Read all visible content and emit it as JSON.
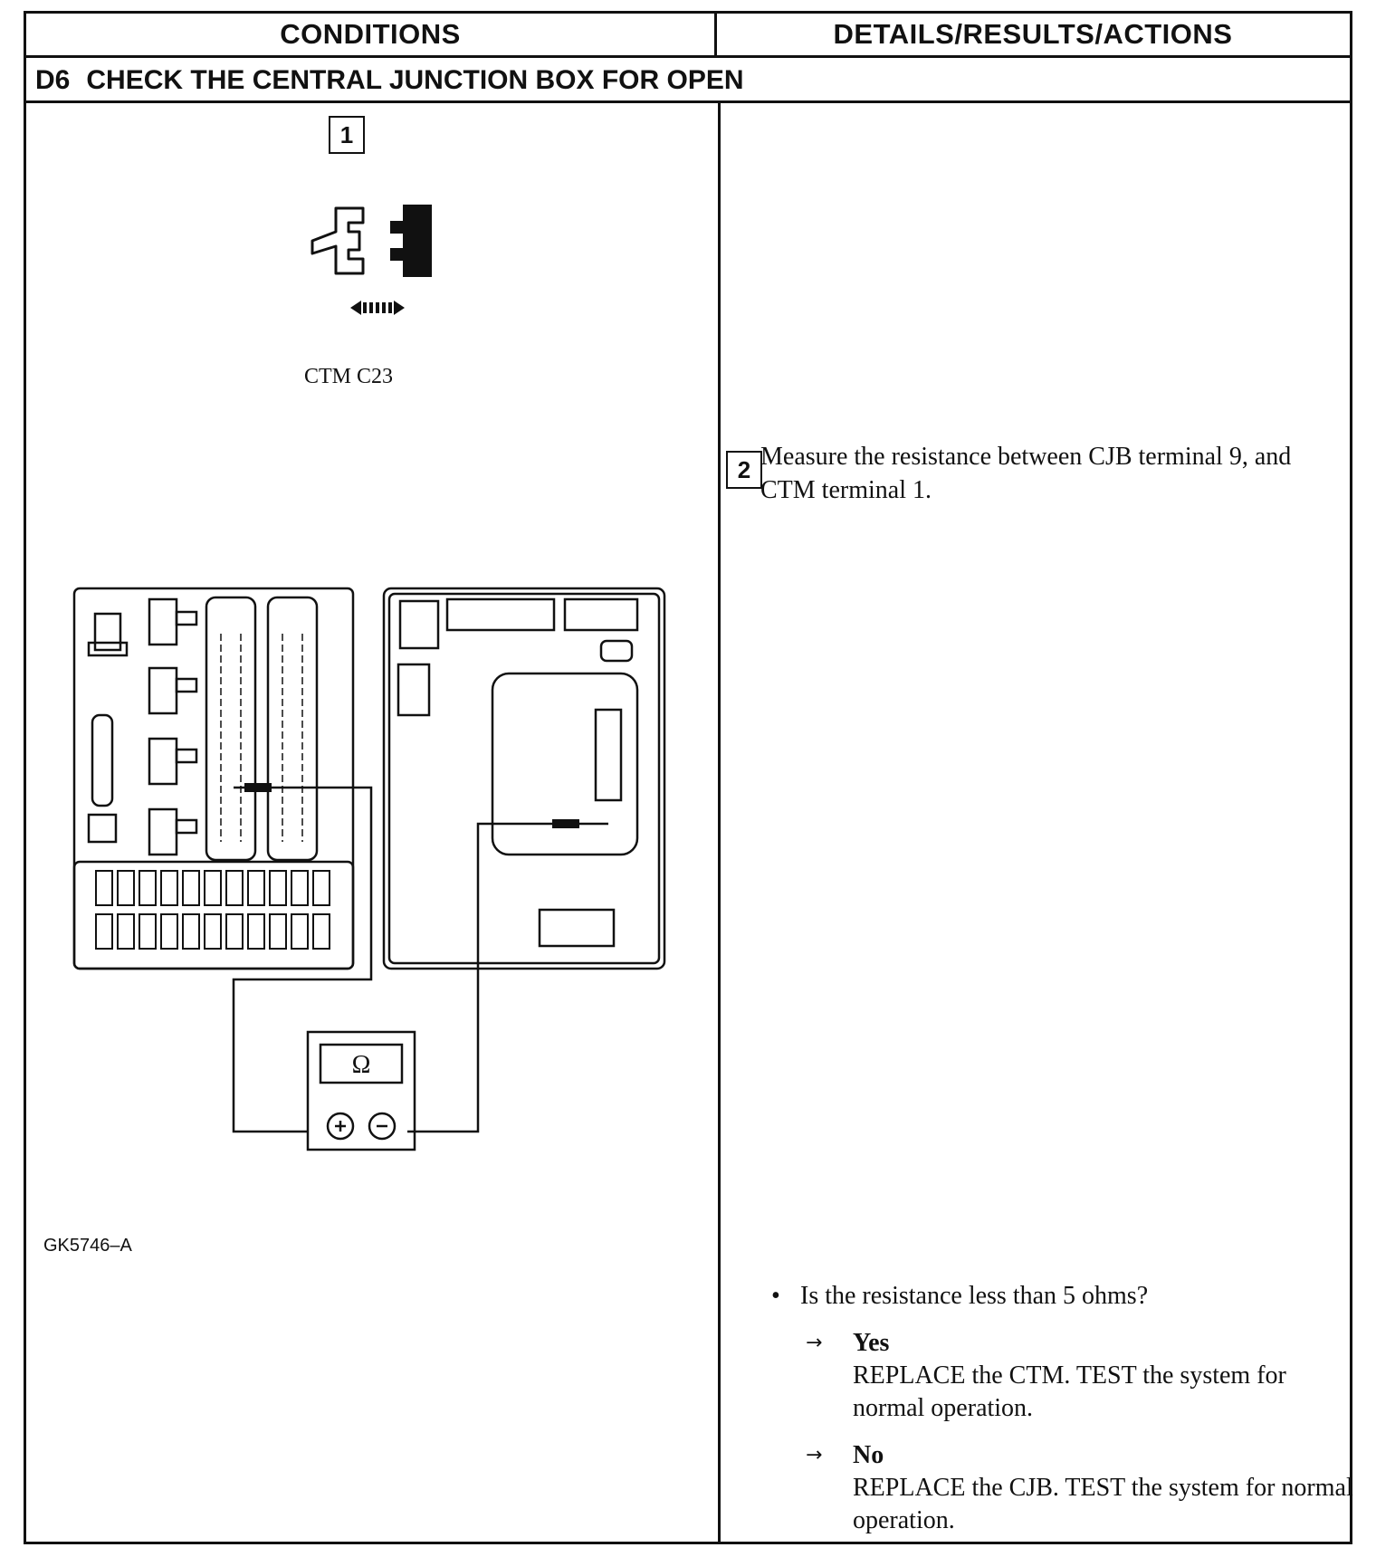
{
  "header": {
    "conditions": "CONDITIONS",
    "details": "DETAILS/RESULTS/ACTIONS"
  },
  "step": {
    "number": "D6",
    "title": "CHECK THE CENTRAL JUNCTION BOX FOR OPEN"
  },
  "conditions": {
    "step1_number": "1",
    "connector_label": "CTM C23",
    "meter_symbol": "Ω",
    "figure_code": "GK5746–A"
  },
  "details": {
    "step2_number": "2",
    "step2_text": "Measure the resistance between CJB terminal 9, and CTM terminal 1.",
    "question": "Is the resistance less than 5 ohms?",
    "answers": [
      {
        "label": "Yes",
        "action": "REPLACE the CTM. TEST the system for normal operation."
      },
      {
        "label": "No",
        "action": "REPLACE the CJB. TEST the system for normal operation."
      }
    ]
  }
}
